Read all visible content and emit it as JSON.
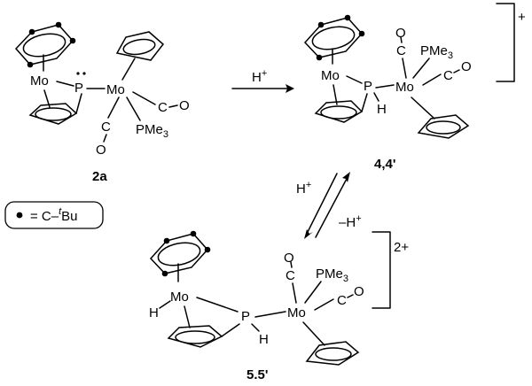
{
  "labels": {
    "mo": "Mo",
    "p": "P",
    "h": "H",
    "c": "C",
    "o": "O",
    "pme": "PMe",
    "pme_sub": "3"
  },
  "compounds": {
    "c1": "2a",
    "c2": "4,4'",
    "c3": "5.5'"
  },
  "charges": {
    "c2": "+",
    "c3": "2+"
  },
  "arrows": {
    "protonation": "H",
    "protonation_sup": "+",
    "eq_forward": "H",
    "eq_forward_sup": "+",
    "eq_reverse": "–H",
    "eq_reverse_sup": "+"
  },
  "legend": {
    "text": "= C–",
    "sup": "t",
    "group": "Bu"
  }
}
